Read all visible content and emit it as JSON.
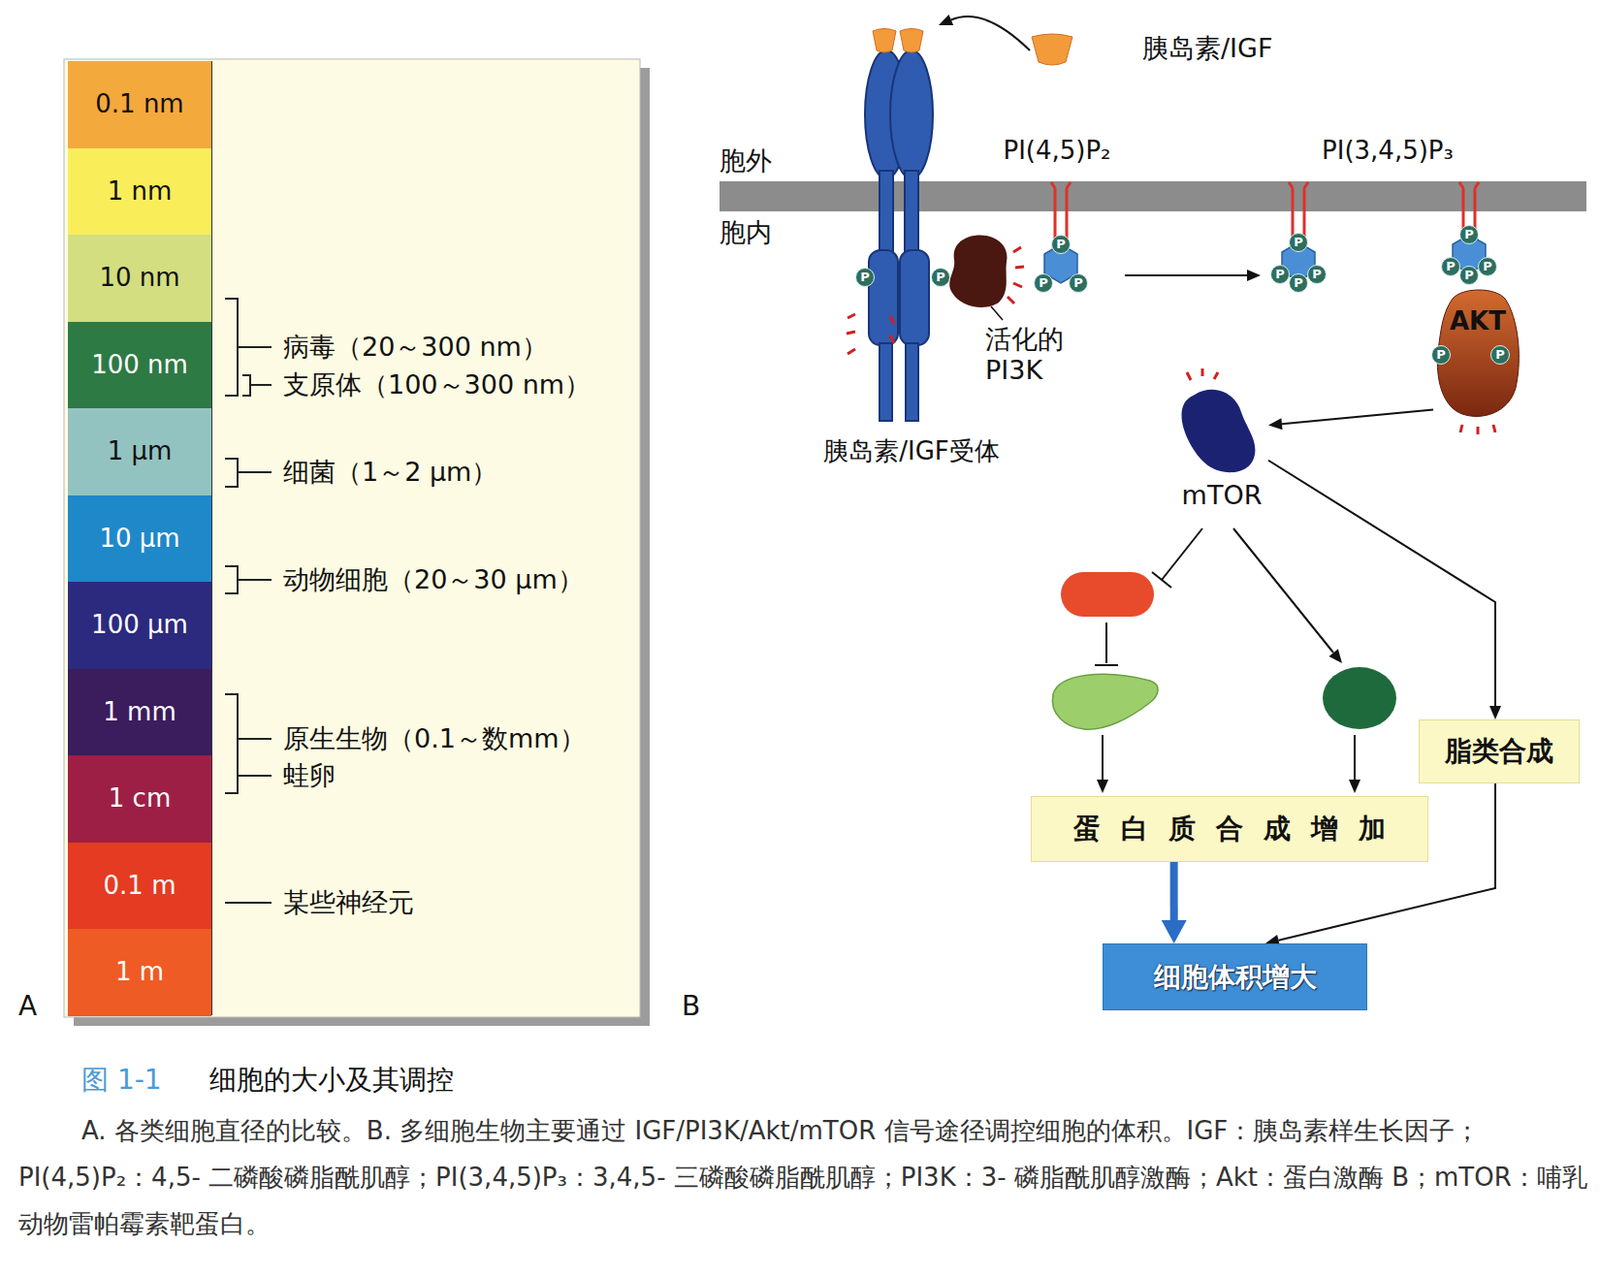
{
  "diagram": {
    "title": "细胞的大小及其调控",
    "caption": "A. 各类细胞直径的比较。B. 多细胞生物主要通过 IGF/PI3K/Akt/mTOR 信号途径调控细胞的体积。IGF：胰岛素样生长因子；PI(4,5)P₂：4,5- 二磷酸磷脂酰肌醇；PI(3,4,5)P₃：3,4,5- 三磷酸磷脂酰肌醇；PI3K：3- 磷脂酰肌醇激酶；Akt：蛋白激酶 B；mTOR：哺乳动物雷帕霉素靶蛋白。",
    "nodes": [
      {
        "text": [
          "0.1 nm"
        ]
      },
      {
        "text": [
          "1 nm"
        ]
      },
      {
        "text": [
          "10 nm"
        ]
      },
      {
        "text": [
          "100 nm"
        ]
      },
      {
        "text": [
          "1 μm"
        ]
      },
      {
        "text": [
          "10 μm"
        ]
      },
      {
        "text": [
          "100 μm"
        ]
      },
      {
        "text": [
          "1 mm"
        ]
      },
      {
        "text": [
          "1 cm"
        ]
      },
      {
        "text": [
          "0.1 m"
        ]
      },
      {
        "text": [
          "1 m"
        ]
      },
      {
        "text": [
          "胰岛素/IGF"
        ]
      },
      {
        "text": [
          "胰岛素/IGF受体"
        ]
      },
      {
        "text": [
          "活化的 PI3K"
        ]
      },
      {
        "text": [
          "PI(4,5)P₂"
        ]
      },
      {
        "text": [
          "PI(3,4,5)P₃"
        ]
      },
      {
        "text": [
          "AKT"
        ]
      },
      {
        "text": [
          "mTOR"
        ]
      },
      {
        "text": [
          "脂类合成"
        ]
      },
      {
        "text": [
          "蛋白质合成增加"
        ]
      },
      {
        "text": [
          "细胞体积增大"
        ]
      }
    ],
    "edges": [
      {
        "from": 11,
        "to": 12,
        "arrow": "to"
      },
      {
        "from": 14,
        "to": 15,
        "arrow": "to"
      },
      {
        "from": 16,
        "to": 17,
        "arrow": "to"
      },
      {
        "from": 17,
        "to": 18,
        "arrow": "to"
      },
      {
        "from": 19,
        "to": 20,
        "arrow": "to"
      },
      {
        "from": 18,
        "to": 20,
        "arrow": "to"
      }
    ],
    "labels": [
      "A",
      "病毒（20～300 nm）",
      "支原体（100～300 nm）",
      "细菌（1～2 μm）",
      "动物细胞（20～30 μm）",
      "原生生物（0.1～数mm）",
      "蛙卵",
      "某些神经元",
      "B",
      "胞外",
      "胞内",
      "P",
      "P",
      "P",
      "P",
      "P",
      "P",
      "P",
      "P",
      "P",
      "P",
      "P",
      "P",
      "P",
      "P",
      "P",
      "图 1-1"
    ]
  }
}
